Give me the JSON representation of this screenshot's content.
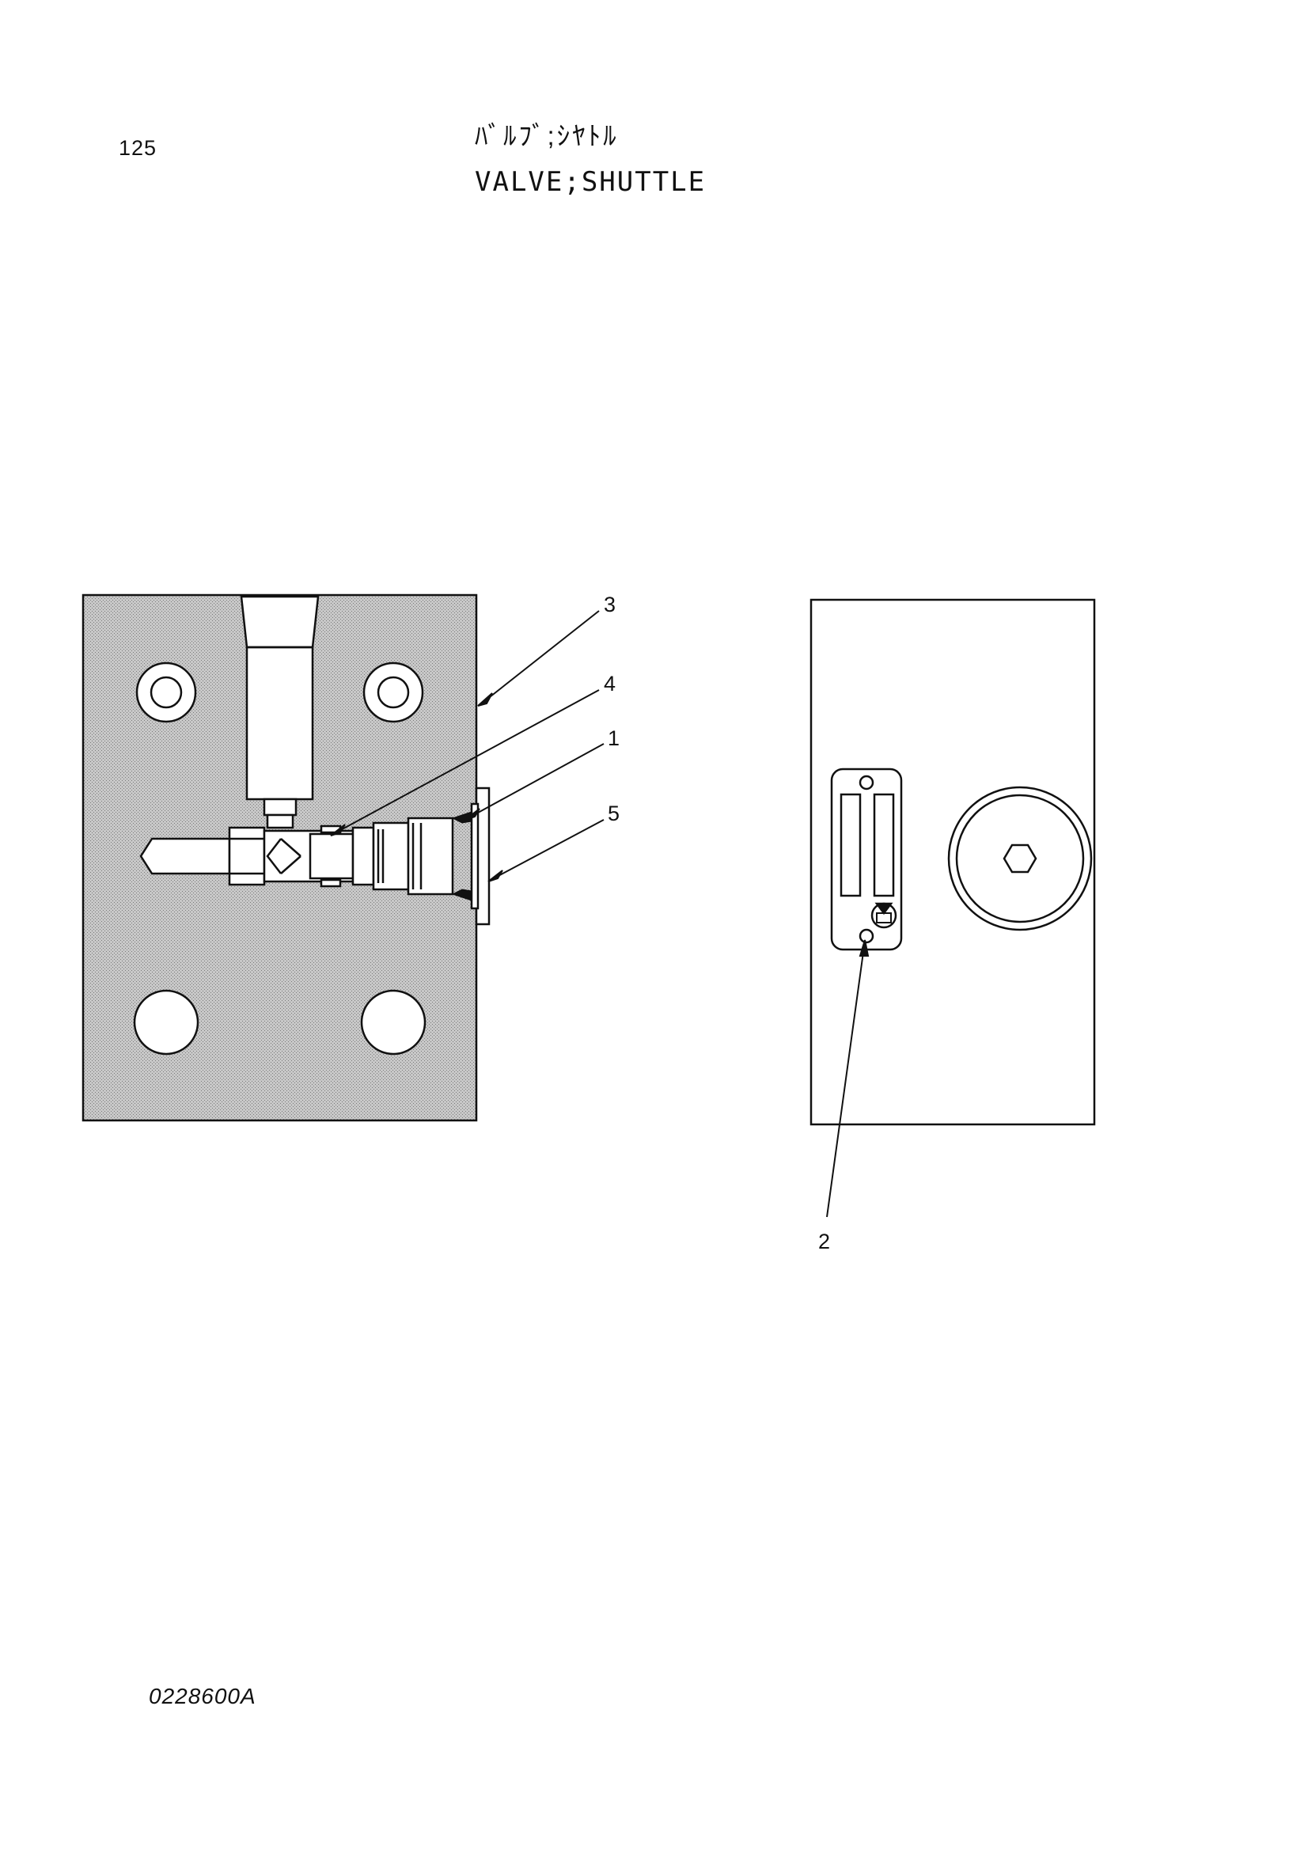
{
  "header": {
    "page_number": "125",
    "title_japanese": "ﾊﾞﾙﾌﾞ;ｼﾔﾄﾙ",
    "title_english": "VALVE;SHUTTLE"
  },
  "callouts": [
    {
      "id": "callout-3",
      "label": "3"
    },
    {
      "id": "callout-4",
      "label": "4"
    },
    {
      "id": "callout-1",
      "label": "1"
    },
    {
      "id": "callout-5",
      "label": "5"
    },
    {
      "id": "callout-2",
      "label": "2"
    }
  ],
  "footer": {
    "drawing_code": "0228600A"
  }
}
